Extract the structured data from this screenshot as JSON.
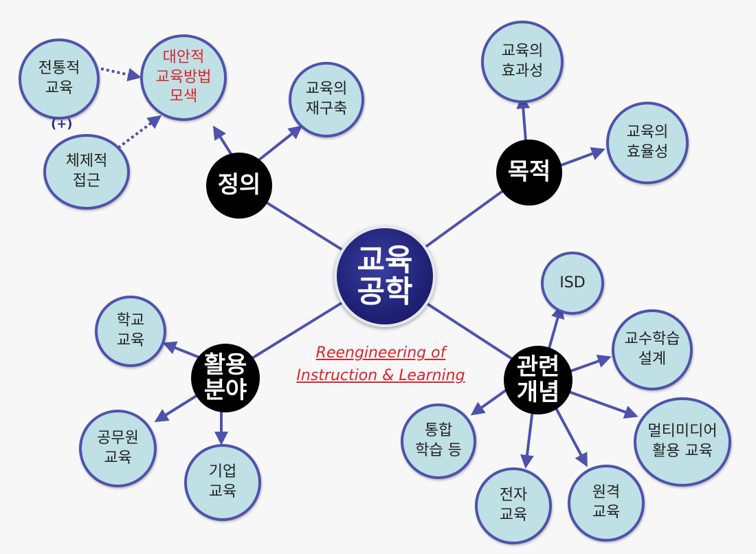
{
  "center": {
    "label": "교육\n공학"
  },
  "subtitle": {
    "line1": "Reengineering of",
    "line2": "Instruction & Learning"
  },
  "hubs": {
    "definition": "정의",
    "purpose": "목적",
    "application": "활용\n분야",
    "related": "관련\n개념"
  },
  "definition_nodes": {
    "traditional": "전통적\n교육",
    "alternative": "대안적\n교육방법\n모색",
    "systematic": "체제적\n접근",
    "plus": "(+)",
    "restructure": "교육의\n재구축"
  },
  "purpose_nodes": {
    "effectiveness": "교육의\n효과성",
    "efficiency": "교육의\n효율성"
  },
  "application_nodes": {
    "school": "학교\n교육",
    "civil": "공무원\n교육",
    "corporate": "기업\n교육"
  },
  "related_nodes": {
    "isd": "ISD",
    "design": "교수학습\n설계",
    "multimedia": "멀티미디어\n활용 교육",
    "integrated": "통합\n학습 등",
    "electronic": "전자\n교육",
    "remote": "원격\n교육"
  },
  "colors": {
    "line": "#4f52ad",
    "leaf_fill": "#bfe0e4",
    "hub_fill": "#000000",
    "center_fill": "#1f2275",
    "accent_red": "#e0222a"
  }
}
